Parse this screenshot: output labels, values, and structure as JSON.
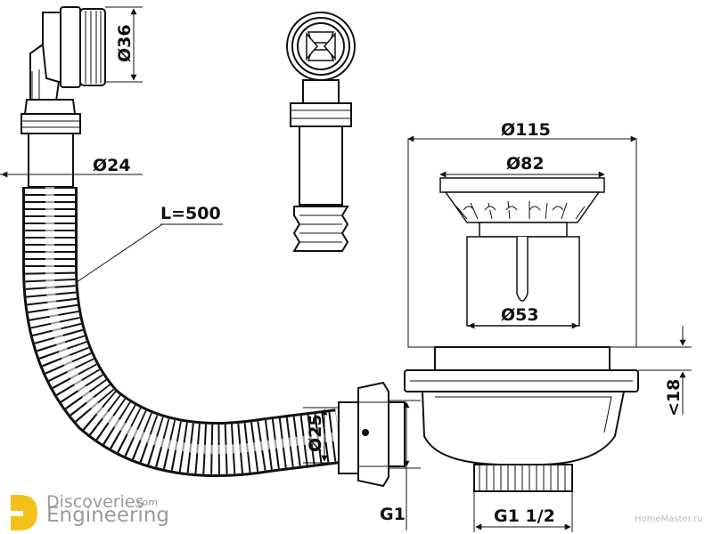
{
  "dimensions": {
    "d36": "Ø36",
    "d24": "Ø24",
    "length": "L=500",
    "d115": "Ø115",
    "d82": "Ø82",
    "d53": "Ø53",
    "h18": "<18",
    "d25": "Ø25",
    "g1": "G1",
    "g1_half": "G1 1/2"
  },
  "watermark": {
    "line1": "Discoveries",
    "line1_suffix": ".com",
    "line2": "Engineering",
    "site": "HomeMaster.ru"
  },
  "colors": {
    "line": "#111111",
    "logo_yellow": "#f2c21b",
    "watermark_gray": "#9a9a9a"
  }
}
